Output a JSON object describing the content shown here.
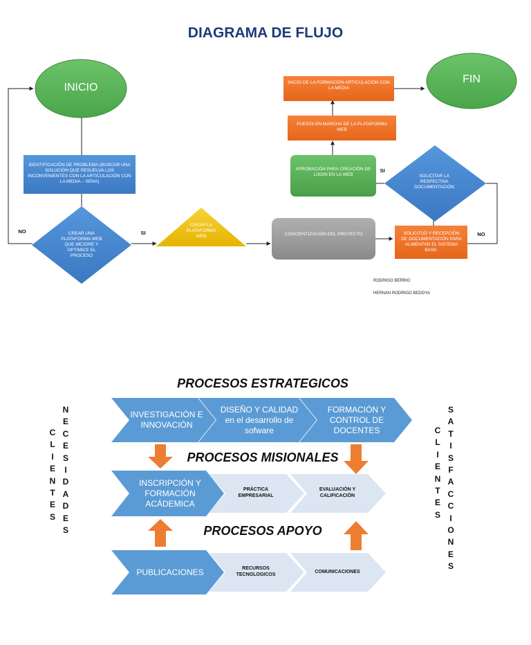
{
  "title": "DIAGRAMA DE FLUJO",
  "flow": {
    "inicio": "INICIO",
    "fin": "FIN",
    "identificacion": "IDENTIFICACIÓN DE PROBLEMA (BUSCAR UNA SOLUCIÓN QUE RESUELVA LOS INCONVENIENTES CON LA ARTICULACIÓN CON LA MEDIA – SENA)",
    "crear_plataforma": "CREAR UNA PLATAFORMA WEB QUE MEJORE Y OPTIMICE EL PROCESO",
    "crear_la_plataforma": "CREAR LA PLATAFORMA WEB",
    "concientizacion": "CONCIENTIZACIÓN DEL PROYECTO",
    "solicitud": "SOLICITUD Y RECEPCIÓN DE DOCUMENTACIÓN PARA ALIMENTAR EL SISTEMA BASE.",
    "solicitar": "SOLICITAR LA RESPECTIVA DOCUMENTACIÓN",
    "aprobacion": "APROBACIÓN PARA CREACIÓN DE LOGIN EN LA WEB",
    "puesta": "PUESTA EN MARCHA DE LA PLATAFORMA WEB",
    "inicio_formacion": "INICIO DE LA FORMACIÓN ARTICULACIÓN CON LA MEDIA",
    "no_left": "NO",
    "si_left": "SI",
    "si_right": "SI",
    "no_right": "NO",
    "author1": "RODRIGO BERRIO",
    "author2": "HERNAN RODRIGO BEDOYA"
  },
  "process_map": {
    "estrategicos": "PROCESOS ESTRATEGICOS",
    "misionales": "PROCESOS MISIONALES",
    "apoyo": "PROCESOS APOYO",
    "row1": [
      "INVESTIGACIÓN E INNOVACIÓN",
      "DISEÑO Y CALIDAD en el desarrollo de sofware",
      "FORMACIÓN Y CONTROL DE DOCENTES"
    ],
    "row2": [
      "INSCRIPCIÓN Y FORMACIÓN ACÁDEMICA",
      "PRÁCTICA EMPRESARIAL",
      "EVALUACIÓN Y CALIFICACIÓN"
    ],
    "row3": [
      "PUBLICACIONES",
      "RECURSOS TECNOLOGICOS",
      "COMUNICACIONES"
    ],
    "left_clientes": "CLIENTES",
    "left_necesidades": "NECESIDADES",
    "right_clientes": "CLIENTES",
    "right_satisfacciones": "SATISFACCIONES"
  },
  "colors": {
    "title": "#1f3a7a",
    "green": "#5cb85c",
    "blue": "#4a8ad4",
    "orange": "#f07020",
    "yellow": "#f2c200",
    "gray": "#9a9a9a",
    "chevron_blue": "#5b9bd5",
    "chevron_light": "#dce6f2",
    "arrow_orange": "#ed7d31"
  }
}
